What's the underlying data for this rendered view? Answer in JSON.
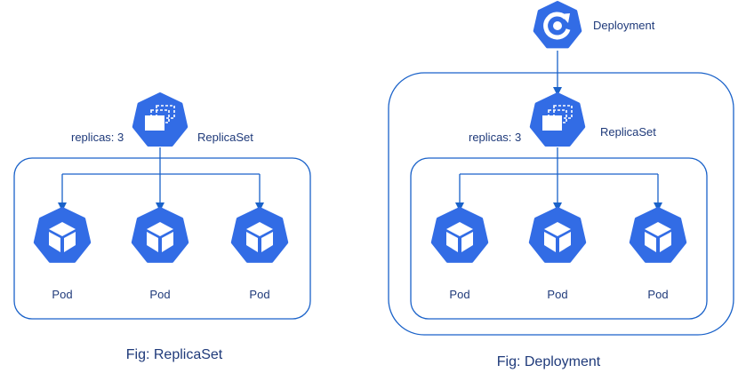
{
  "colors": {
    "accent": "#326ce5",
    "line": "#1a62c9",
    "text": "#1f3a7a",
    "icon_glyph": "#ffffff"
  },
  "left_figure": {
    "replicaset_label": "ReplicaSet",
    "replicas_label": "replicas: 3",
    "pods": [
      {
        "label": "Pod"
      },
      {
        "label": "Pod"
      },
      {
        "label": "Pod"
      }
    ],
    "caption": "Fig: ReplicaSet",
    "icons": {
      "replicaset": "replicaset-icon",
      "pod": "pod-cube-icon"
    }
  },
  "right_figure": {
    "deployment_label": "Deployment",
    "replicaset_label": "ReplicaSet",
    "replicas_label": "replicas: 3",
    "pods": [
      {
        "label": "Pod"
      },
      {
        "label": "Pod"
      },
      {
        "label": "Pod"
      }
    ],
    "caption": "Fig: Deployment",
    "icons": {
      "deployment": "deployment-icon",
      "replicaset": "replicaset-icon",
      "pod": "pod-cube-icon"
    }
  }
}
